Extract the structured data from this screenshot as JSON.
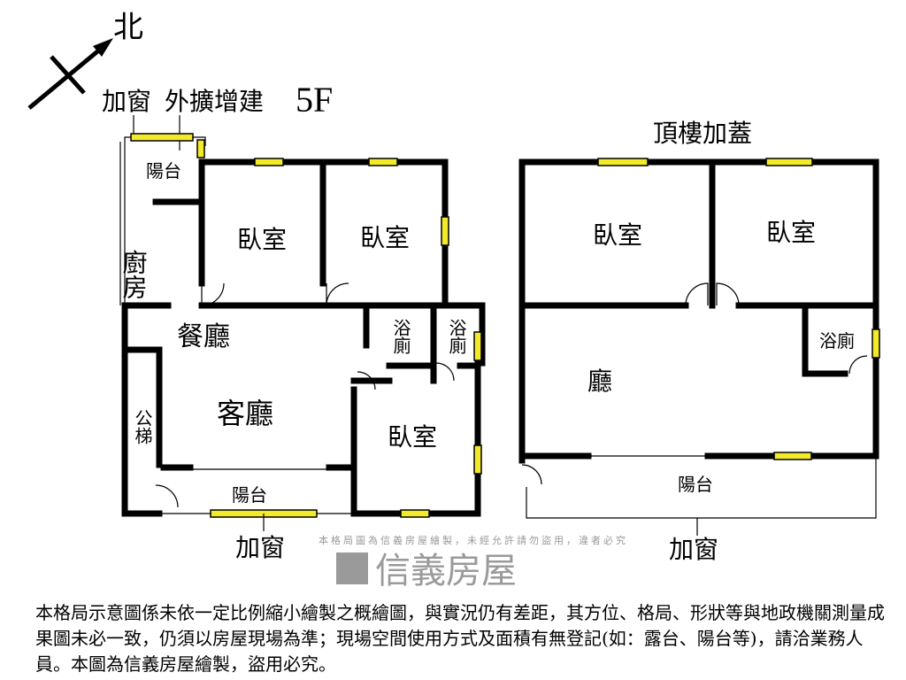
{
  "compass": {
    "label": "北"
  },
  "floor_5f": {
    "title": "5F",
    "annotations": {
      "window_top": "加窗",
      "extension": "外擴增建",
      "window_bottom": "加窗"
    },
    "rooms": {
      "balcony_top": "陽台",
      "kitchen": "廚房",
      "bedroom_1": "臥室",
      "bedroom_2": "臥室",
      "dining": "餐廳",
      "bath_1": "浴廁",
      "bath_2": "浴廁",
      "living": "客廳",
      "stairs": "公梯",
      "bedroom_3": "臥室",
      "balcony_bottom": "陽台"
    }
  },
  "rooftop": {
    "title": "頂樓加蓋",
    "rooms": {
      "bedroom_1": "臥室",
      "bedroom_2": "臥室",
      "hall": "廳",
      "bath": "浴廁",
      "balcony": "陽台"
    },
    "annotations": {
      "window_bottom": "加窗"
    }
  },
  "watermark": {
    "brand": "信義房屋",
    "notice": "本格局圖為信義房屋繪製，未經允許請勿盜用，違者必究"
  },
  "disclaimer": "本格局示意圖係未依一定比例縮小繪製之概繪圖，與實況仍有差距，其方位、格局、形狀等與地政機關測量成果圖未必一致，仍須以房屋現場為準；現場空間使用方式及面積有無登記(如：露台、陽台等)，請洽業務人員。本圖為信義房屋繪製，盜用必究。",
  "colors": {
    "window": "#f3ea2a",
    "wall": "#000000",
    "watermark": "#9a9a9a"
  }
}
